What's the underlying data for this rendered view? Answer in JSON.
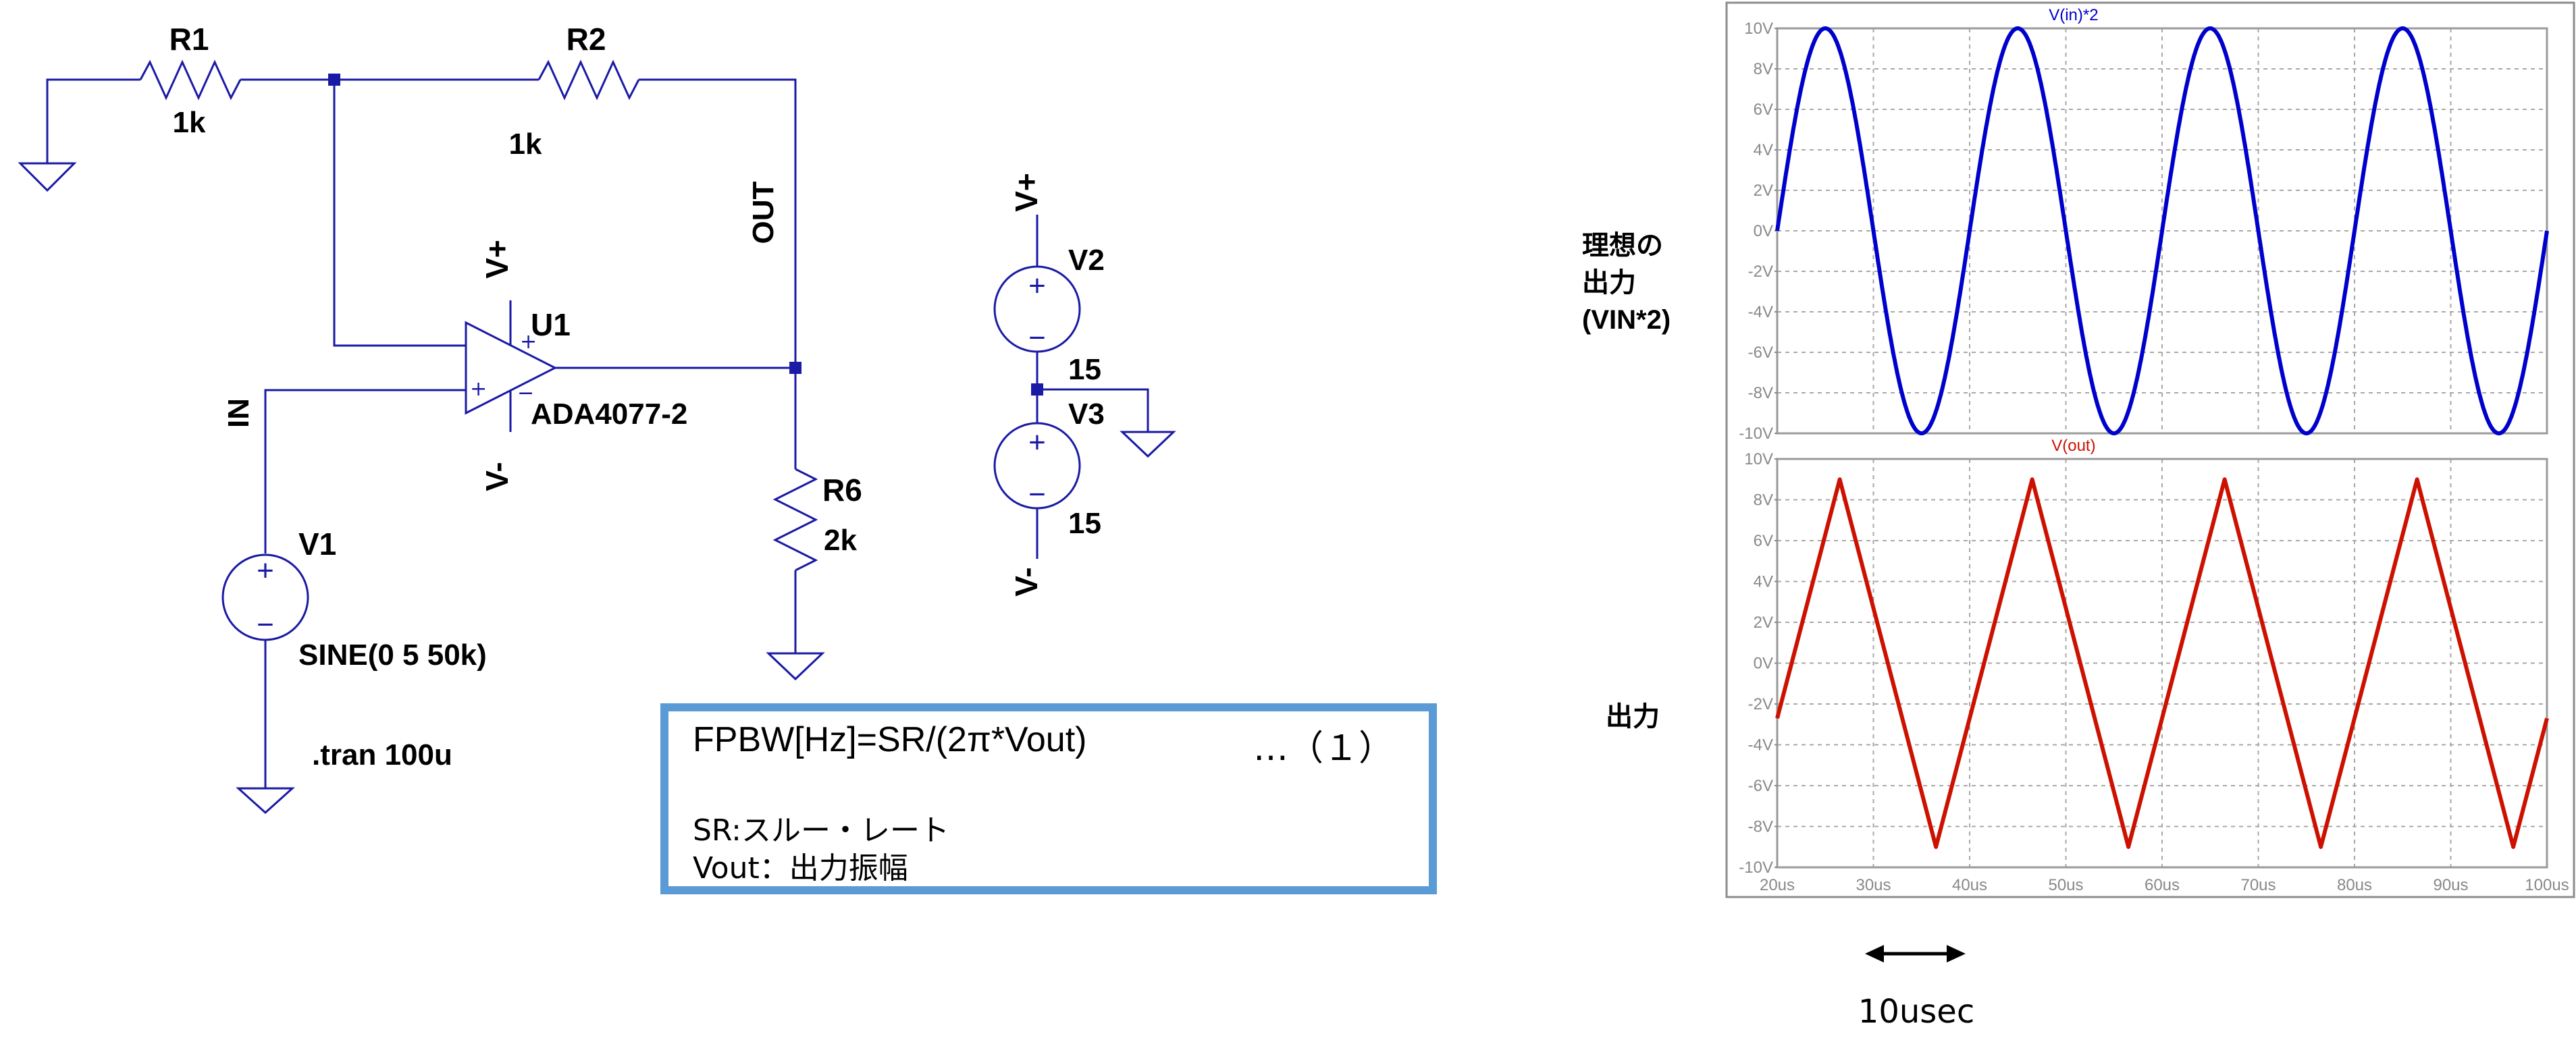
{
  "schematic": {
    "components": {
      "r1": {
        "name": "R1",
        "value": "1k"
      },
      "r2": {
        "name": "R2",
        "value": "1k"
      },
      "r6": {
        "name": "R6",
        "value": "2k"
      },
      "u1": {
        "name": "U1",
        "model": "ADA4077-2",
        "pin_plus": "+",
        "pin_minus": "−",
        "pin_plus_in": "+",
        "pin_minus_supply": "−"
      },
      "v1": {
        "name": "V1",
        "value": "SINE(0 5 50k)"
      },
      "v2": {
        "name": "V2",
        "value": "15"
      },
      "v3": {
        "name": "V3",
        "value": "15"
      }
    },
    "nets": {
      "out": "OUT",
      "in": "IN",
      "vplus": "V+",
      "vminus": "V-"
    },
    "directive": ".tran 100u"
  },
  "equation": {
    "title": "FPBW[Hz]=SR/(2π*Vout)",
    "ref": "…（１）",
    "lines": [
      "SR:スルー・レート",
      "Vout：出力振幅"
    ]
  },
  "labels": {
    "ideal": [
      "理想の",
      "出力",
      "(VIN*2)"
    ],
    "output": "出力",
    "scale": "10usec"
  },
  "colors": {
    "wire": "#1a1aa6",
    "trace_top": "#0000cc",
    "trace_bottom": "#cc1100",
    "box": "#5b9bd5"
  },
  "chart_data": [
    {
      "type": "line",
      "title": "V(in)*2",
      "series": [
        {
          "name": "V(in)*2",
          "shape": "sine",
          "amplitude": 10,
          "frequency_hz": 50000,
          "phase_deg": 0
        }
      ],
      "xlim": [
        20,
        100
      ],
      "x_ticks": [
        20,
        30,
        40,
        50,
        60,
        70,
        80,
        90,
        100
      ],
      "ylim": [
        -10,
        10
      ],
      "yticks": [
        -10,
        -8,
        -6,
        -4,
        -2,
        0,
        2,
        4,
        6,
        8,
        10
      ],
      "xlabel": "",
      "ylabel": "",
      "grid": true
    },
    {
      "type": "line",
      "title": "V(out)",
      "series": [
        {
          "name": "V(out)",
          "shape": "triangle",
          "peaks": [
            {
              "t": 20,
              "v": -2.7
            },
            {
              "t": 26.5,
              "v": 9
            },
            {
              "t": 36.5,
              "v": -9
            },
            {
              "t": 46.5,
              "v": 9
            },
            {
              "t": 56.5,
              "v": -9
            },
            {
              "t": 66.5,
              "v": 9
            },
            {
              "t": 76.5,
              "v": -9
            },
            {
              "t": 86.5,
              "v": 9
            },
            {
              "t": 96.5,
              "v": -9
            },
            {
              "t": 100,
              "v": -2.7
            }
          ]
        }
      ],
      "xlim": [
        20,
        100
      ],
      "x_ticks": [
        20,
        30,
        40,
        50,
        60,
        70,
        80,
        90,
        100
      ],
      "x_tick_labels": [
        "20us",
        "30us",
        "40us",
        "50us",
        "60us",
        "70us",
        "80us",
        "90us",
        "100us"
      ],
      "ylim": [
        -10,
        10
      ],
      "yticks": [
        -10,
        -8,
        -6,
        -4,
        -2,
        0,
        2,
        4,
        6,
        8,
        10
      ],
      "xlabel": "",
      "ylabel": "",
      "grid": true
    }
  ]
}
